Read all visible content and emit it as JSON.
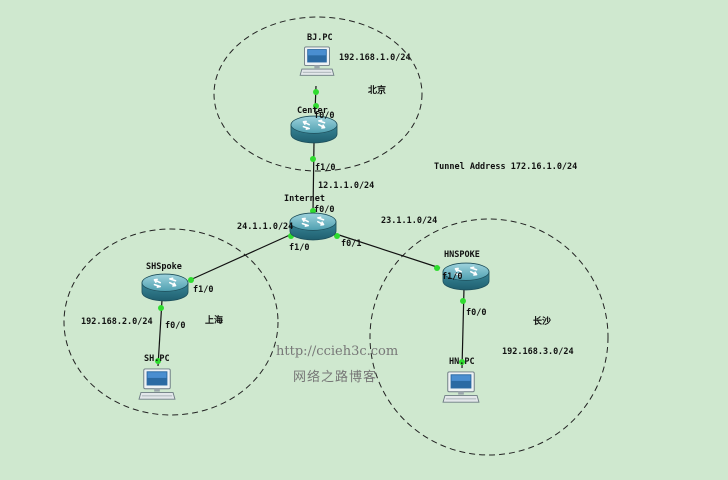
{
  "devices": {
    "bj_pc": "BJ.PC",
    "center": "Center",
    "internet": "Internet",
    "shspoke": "SHSpoke",
    "hnspoke": "HNSPOKE",
    "sh_pc": "SH.PC",
    "hn_pc": "HN.PC"
  },
  "subnets": {
    "beijing": "192.168.1.0/24",
    "center_link": "12.1.1.0/24",
    "sh_link": "24.1.1.0/24",
    "hn_link": "23.1.1.0/24",
    "shanghai": "192.168.2.0/24",
    "changsha": "192.168.3.0/24"
  },
  "interfaces": {
    "center_f0_0": "f0/0",
    "center_f1_0": "f1/0",
    "internet_f0_0": "f0/0",
    "internet_f1_0": "f1/0",
    "internet_f0_1": "f0/1",
    "shspoke_f1_0": "f1/0",
    "shspoke_f0_0": "f0/0",
    "hnspoke_f1_0": "f1/0",
    "hnspoke_f0_0": "f0/0"
  },
  "sites": {
    "beijing": "北京",
    "shanghai": "上海",
    "changsha": "长沙"
  },
  "tunnel": {
    "address": "Tunnel Address 172.16.1.0/24"
  },
  "watermark": {
    "url": "http://ccieh3c.com",
    "blog": "网络之路博客"
  },
  "colors": {
    "background": "#cfe8cf",
    "link_status": "#2fdc2f",
    "router": "#4f9fb0"
  }
}
